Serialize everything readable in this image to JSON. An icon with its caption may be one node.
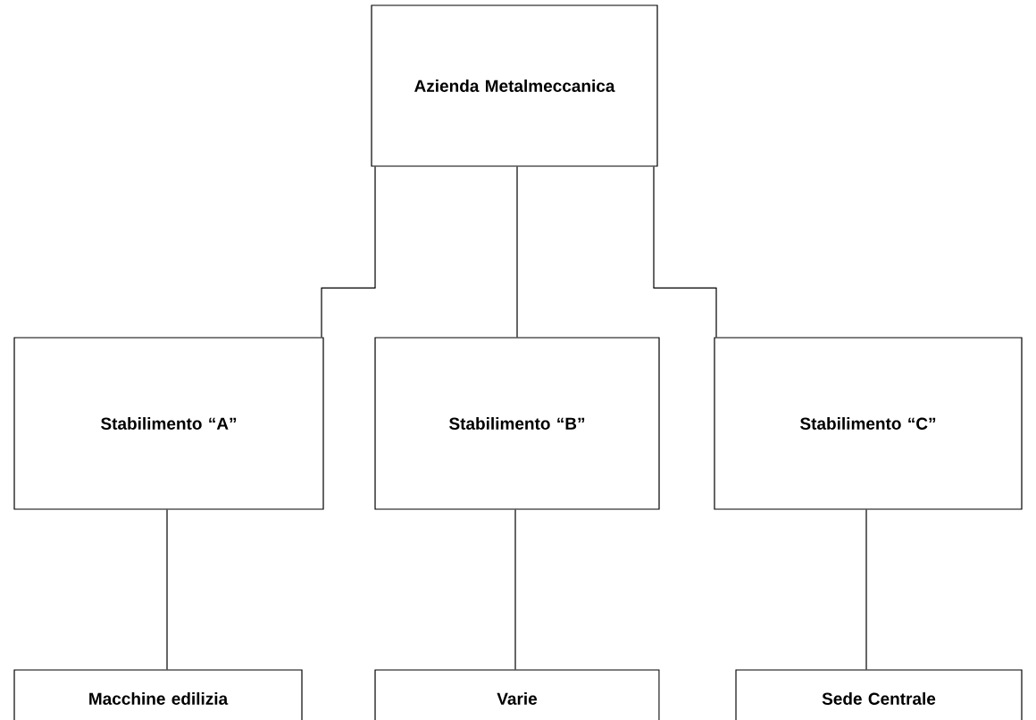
{
  "diagram": {
    "nodes": [
      {
        "text": [
          "Azienda Metalmeccanica"
        ]
      },
      {
        "text": [
          "Stabilimento “A”"
        ]
      },
      {
        "text": [
          "Stabilimento “B”"
        ]
      },
      {
        "text": [
          "Stabilimento “C”"
        ]
      },
      {
        "text": [
          "Macchine edilizia"
        ]
      },
      {
        "text": [
          "Varie"
        ]
      },
      {
        "text": [
          "Sede Centrale"
        ]
      }
    ],
    "edges": [
      {
        "from": 0,
        "to": 1,
        "arrow": "none"
      },
      {
        "from": 0,
        "to": 2,
        "arrow": "none"
      },
      {
        "from": 0,
        "to": 3,
        "arrow": "none"
      },
      {
        "from": 1,
        "to": 4,
        "arrow": "none"
      },
      {
        "from": 2,
        "to": 5,
        "arrow": "none"
      },
      {
        "from": 3,
        "to": 6,
        "arrow": "none"
      }
    ]
  }
}
